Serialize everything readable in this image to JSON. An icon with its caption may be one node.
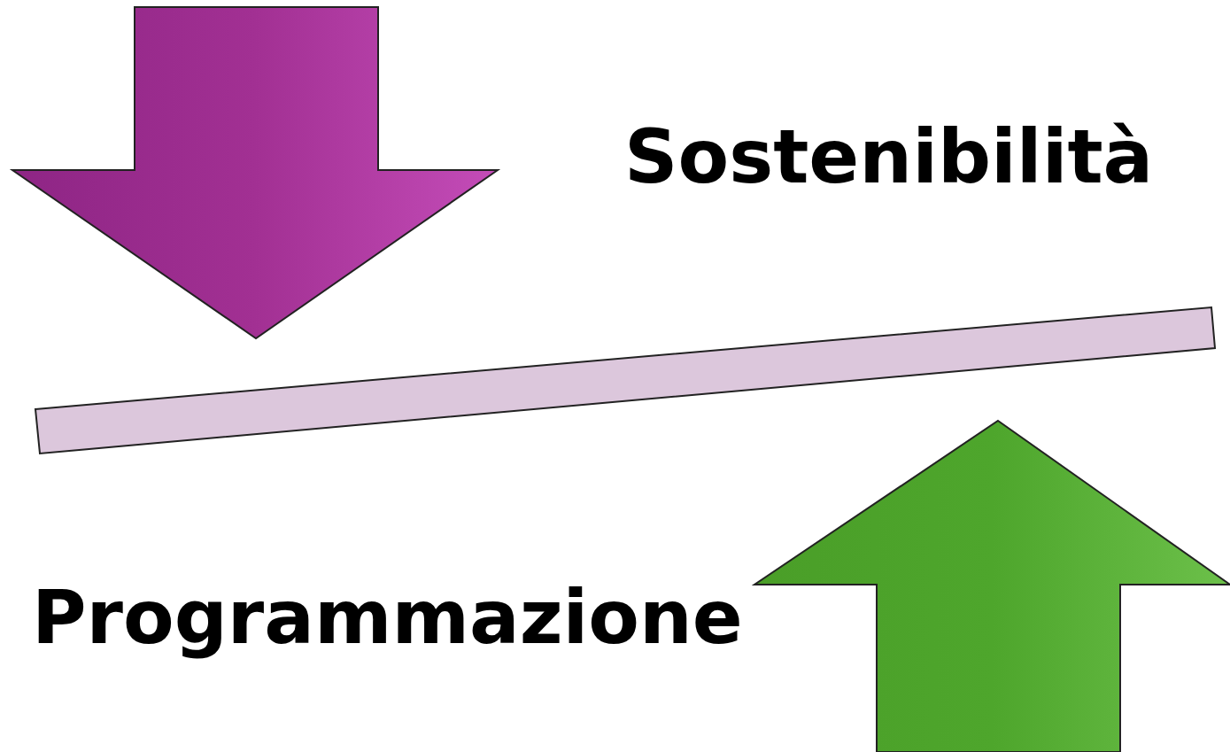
{
  "diagram": {
    "nodes": [
      {
        "text": [],
        "shape": "bar"
      }
    ],
    "labels": [
      "Sostenibilità",
      "Programmazione"
    ]
  }
}
